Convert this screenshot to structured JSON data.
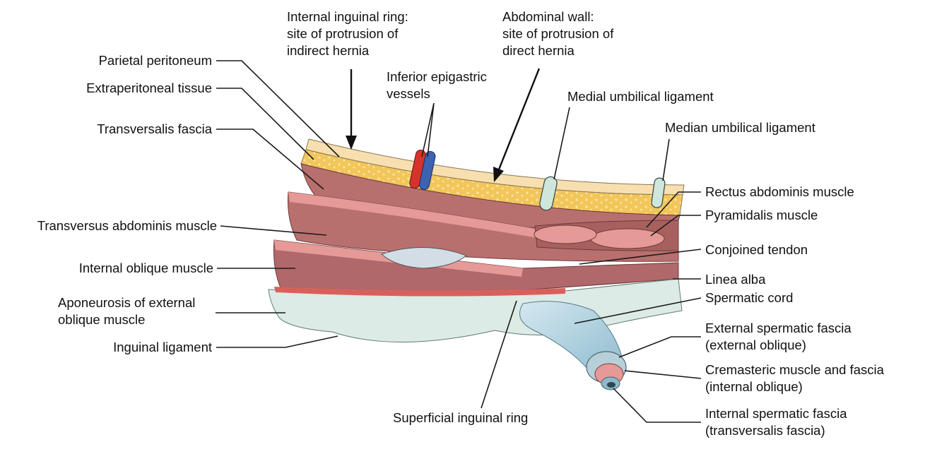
{
  "labels": {
    "parietal_peritoneum": "Parietal peritoneum",
    "extraperitoneal_tissue": "Extraperitoneal tissue",
    "transversalis_fascia": "Transversalis fascia",
    "transversus_abdominis_muscle": "Transversus abdominis muscle",
    "internal_oblique_muscle": "Internal oblique muscle",
    "aponeurosis_external_oblique": [
      "Aponeurosis of external",
      "oblique muscle"
    ],
    "inguinal_ligament": "Inguinal ligament",
    "internal_inguinal_ring": [
      "Internal inguinal ring:",
      "site of protrusion of",
      "indirect hernia"
    ],
    "abdominal_wall": [
      "Abdominal wall:",
      "site of protrusion of",
      "direct hernia"
    ],
    "inferior_epigastric_vessels": [
      "Inferior epigastric",
      "vessels"
    ],
    "medial_umbilical_ligament": "Medial umbilical ligament",
    "median_umbilical_ligament": "Median umbilical ligament",
    "rectus_abdominis_muscle": "Rectus abdominis muscle",
    "pyramidalis_muscle": "Pyramidalis muscle",
    "conjoined_tendon": "Conjoined tendon",
    "linea_alba": "Linea alba",
    "spermatic_cord": "Spermatic cord",
    "external_spermatic_fascia": [
      "External spermatic fascia",
      "(external oblique)"
    ],
    "cremasteric_muscle": [
      "Cremasteric muscle and fascia",
      "(internal oblique)"
    ],
    "internal_spermatic_fascia": [
      "Internal spermatic fascia",
      "(transversalis fascia)"
    ],
    "superficial_inguinal_ring": "Superficial inguinal ring"
  },
  "colors": {
    "muscle": "#b8706e",
    "muscle_cut": "#e59a98",
    "muscle_dark": "#9c5a58",
    "fat": "#f2c65a",
    "peritoneum": "#f7dfb0",
    "aponeurosis": "#dcebe6",
    "cord": "#b9d8e6",
    "ligament": "#cfe6dc",
    "vessel_artery": "#d8322c",
    "vessel_vein": "#3d63b0"
  }
}
